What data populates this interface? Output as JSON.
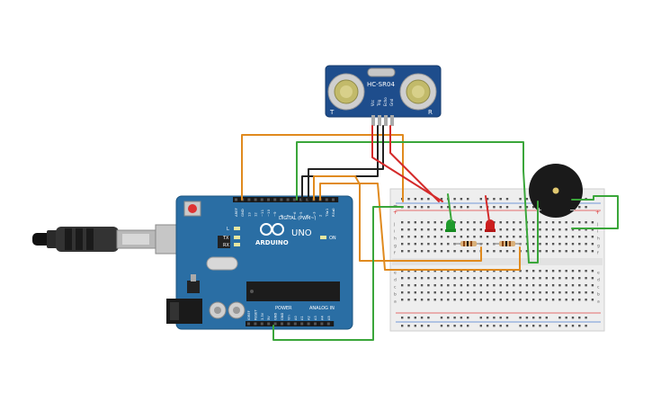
{
  "sensor": {
    "label": "HC-SR04",
    "pin_labels": [
      "Vcc",
      "Trig",
      "Echo",
      "Gnd"
    ],
    "t_mark": "T",
    "r_mark": "R"
  },
  "arduino": {
    "brand": "ARDUINO",
    "model": "UNO",
    "digital_header": "DIGITAL (PWM~)",
    "top_pins": [
      "AREF",
      "GND",
      "13",
      "12",
      "~11",
      "~10",
      "~9",
      "8",
      "7",
      "~6",
      "~5",
      "4",
      "~3",
      "2",
      "TX▸1",
      "RX◂0"
    ],
    "power_header": "POWER",
    "analog_header": "ANALOG IN",
    "bottom_pins": [
      "IOREF",
      "RESET",
      "3.3V",
      "5V",
      "GND",
      "GND",
      "Vin",
      "A0",
      "A1",
      "A2",
      "A3",
      "A4",
      "A5"
    ],
    "led_labels": {
      "l": "L",
      "tx": "TX",
      "rx": "RX",
      "on": "ON"
    }
  },
  "breadboard": {
    "rail_plus": "+",
    "rail_minus": "−",
    "row_letters_top": [
      "j",
      "i",
      "h",
      "g",
      "f"
    ],
    "row_letters_bottom": [
      "e",
      "d",
      "c",
      "b",
      "a"
    ]
  },
  "buzzer": {
    "plus": "+",
    "minus": "−"
  },
  "colors": {
    "board": "#2a6ea4",
    "breadboard": "#eeeeee",
    "wire_orange": "#e08a1e",
    "wire_green": "#3aa63a",
    "wire_black": "#222222",
    "wire_red": "#d42a2a",
    "led_green": "#1f9a2c",
    "led_red": "#cc1f1f",
    "sensor_board": "#1e4d8c"
  }
}
